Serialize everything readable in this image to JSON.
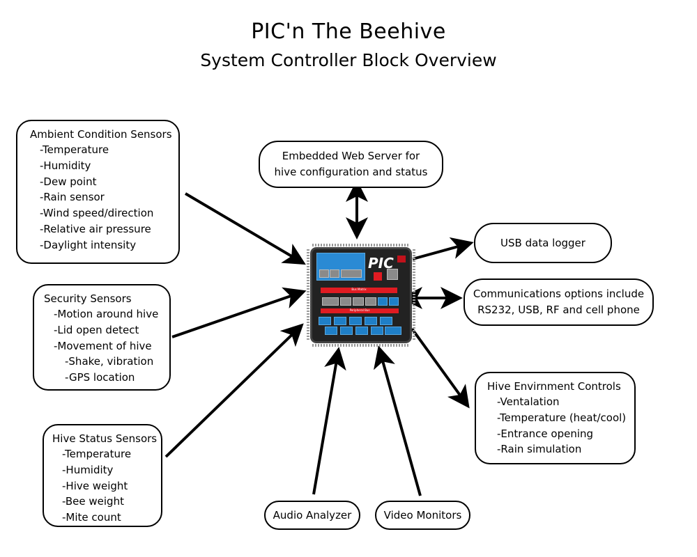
{
  "title": "PIC'n The Beehive",
  "subtitle": "System Controller Block Overview",
  "center": {
    "chip_name": "PIC",
    "chip_labels": {
      "bus_matrix": "Bus Matrix",
      "peripheral_bus": "Peripheral Bus"
    }
  },
  "ambient_sensors": {
    "heading": "Ambient Condition Sensors",
    "items": [
      "-Temperature",
      "-Humidity",
      "-Dew point",
      "-Rain sensor",
      "-Wind speed/direction",
      "-Relative air pressure",
      "-Daylight intensity"
    ]
  },
  "security_sensors": {
    "heading": "Security Sensors",
    "items": [
      "-Motion around hive",
      "-Lid open detect",
      "-Movement of hive"
    ],
    "sub_items": [
      "-Shake, vibration",
      "-GPS location"
    ]
  },
  "hive_status_sensors": {
    "heading": "Hive Status Sensors",
    "items": [
      "-Temperature",
      "-Humidity",
      "-Hive weight",
      "-Bee weight",
      "-Mite count"
    ]
  },
  "web_server": {
    "line1": "Embedded Web Server for",
    "line2": "hive configuration and status"
  },
  "usb_logger": {
    "label": "USB data logger"
  },
  "communications": {
    "line1": "Communications options include",
    "line2": "RS232, USB, RF and cell phone"
  },
  "environment_controls": {
    "heading": "Hive Envirnment Controls",
    "items": [
      "-Ventalation",
      "-Temperature (heat/cool)",
      "-Entrance opening",
      "-Rain simulation"
    ]
  },
  "audio_analyzer": {
    "label": "Audio Analyzer"
  },
  "video_monitors": {
    "label": "Video Monitors"
  }
}
